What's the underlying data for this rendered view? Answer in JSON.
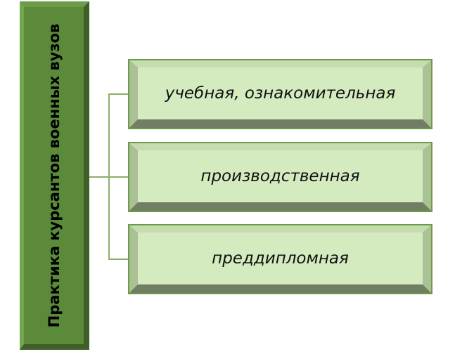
{
  "root": {
    "label": "Практика курсантов военных вузов"
  },
  "children": [
    {
      "label": "учебная, ознакомительная"
    },
    {
      "label": "производственная"
    },
    {
      "label": "преддипломная"
    }
  ]
}
